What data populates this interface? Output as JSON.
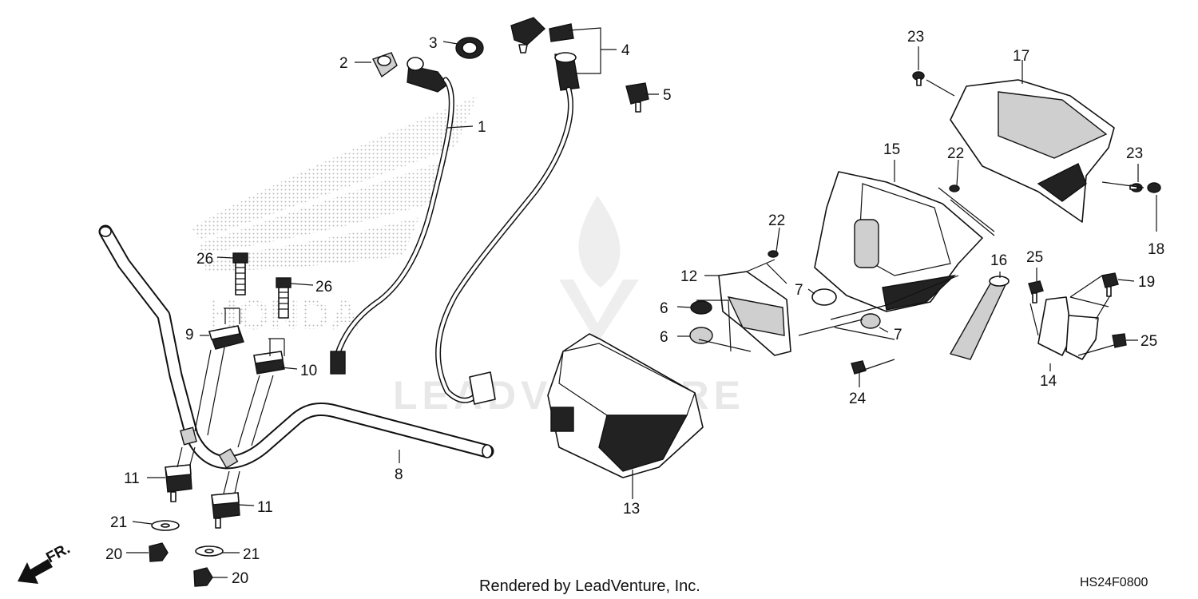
{
  "callouts": {
    "n1": "1",
    "n2": "2",
    "n3": "3",
    "n4": "4",
    "n5": "5",
    "n6a": "6",
    "n6b": "6",
    "n7a": "7",
    "n7b": "7",
    "n8": "8",
    "n9": "9",
    "n10": "10",
    "n11a": "11",
    "n11b": "11",
    "n12": "12",
    "n13": "13",
    "n14": "14",
    "n15": "15",
    "n16": "16",
    "n17": "17",
    "n18": "18",
    "n19": "19",
    "n20a": "20",
    "n20b": "20",
    "n21a": "21",
    "n21b": "21",
    "n22a": "22",
    "n22b": "22",
    "n23a": "23",
    "n23b": "23",
    "n24": "24",
    "n25a": "25",
    "n25b": "25",
    "n26a": "26",
    "n26b": "26"
  },
  "direction_label": "FR.",
  "footer": {
    "rendered_by": "Rendered by LeadVenture, Inc.",
    "diagram_code": "HS24F0800"
  },
  "watermarks": {
    "brand": "HONDA",
    "vendor": "LEADVENTURE"
  },
  "colors": {
    "ink": "#111111",
    "background": "#ffffff",
    "watermark": "#e6e6e6"
  }
}
